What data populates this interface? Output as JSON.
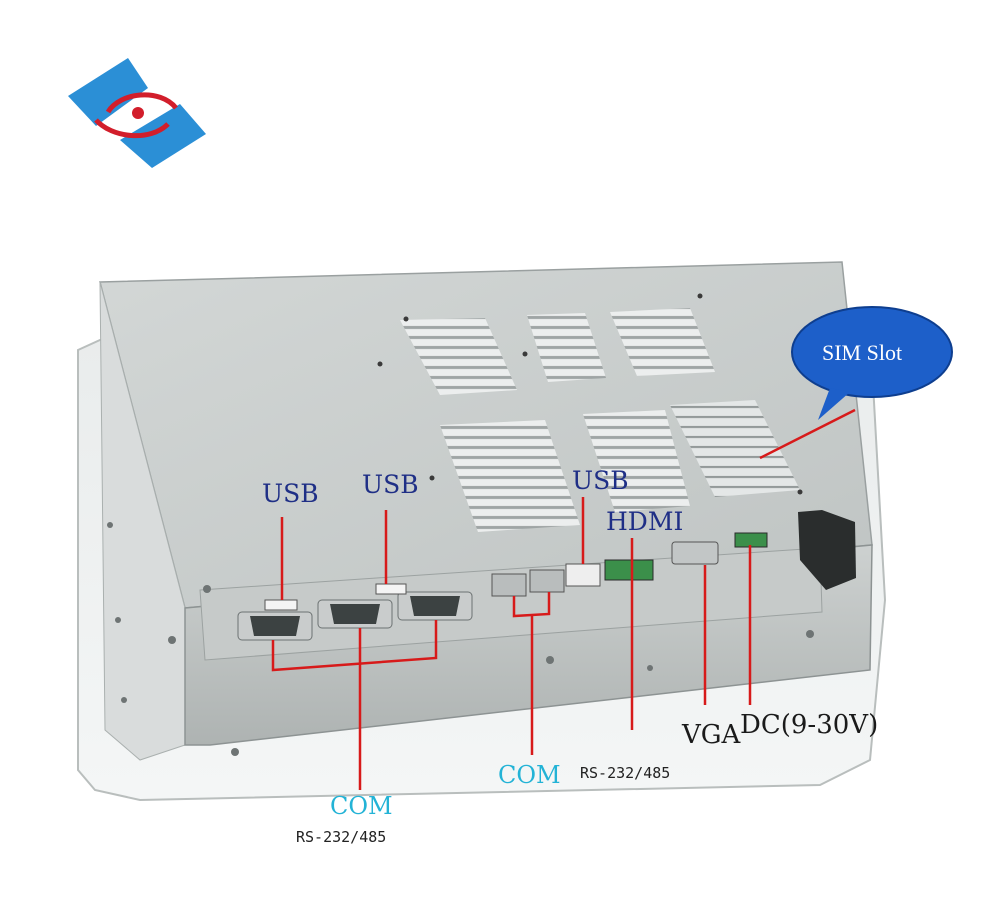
{
  "labels": {
    "usb_left": "USB",
    "usb_mid": "USB",
    "usb_right": "USB",
    "hdmi": "HDMI",
    "vga": "VGA",
    "dc": "DC(9-30V)",
    "com_left": "COM",
    "rs_left": "RS-232/485",
    "com_mid": "COM",
    "rs_mid": "RS-232/485",
    "sim": "SIM Slot"
  },
  "colors": {
    "leader": "#d71a1a",
    "label_blue": "#1f2f86",
    "label_cyan": "#23b3d6",
    "bubble": "#1d5fc9",
    "chassis": "#c9cdcc",
    "logo_blue": "#2b8fd6",
    "logo_red": "#d21e2b"
  },
  "icons": {
    "logo": "company-logo-icon"
  }
}
